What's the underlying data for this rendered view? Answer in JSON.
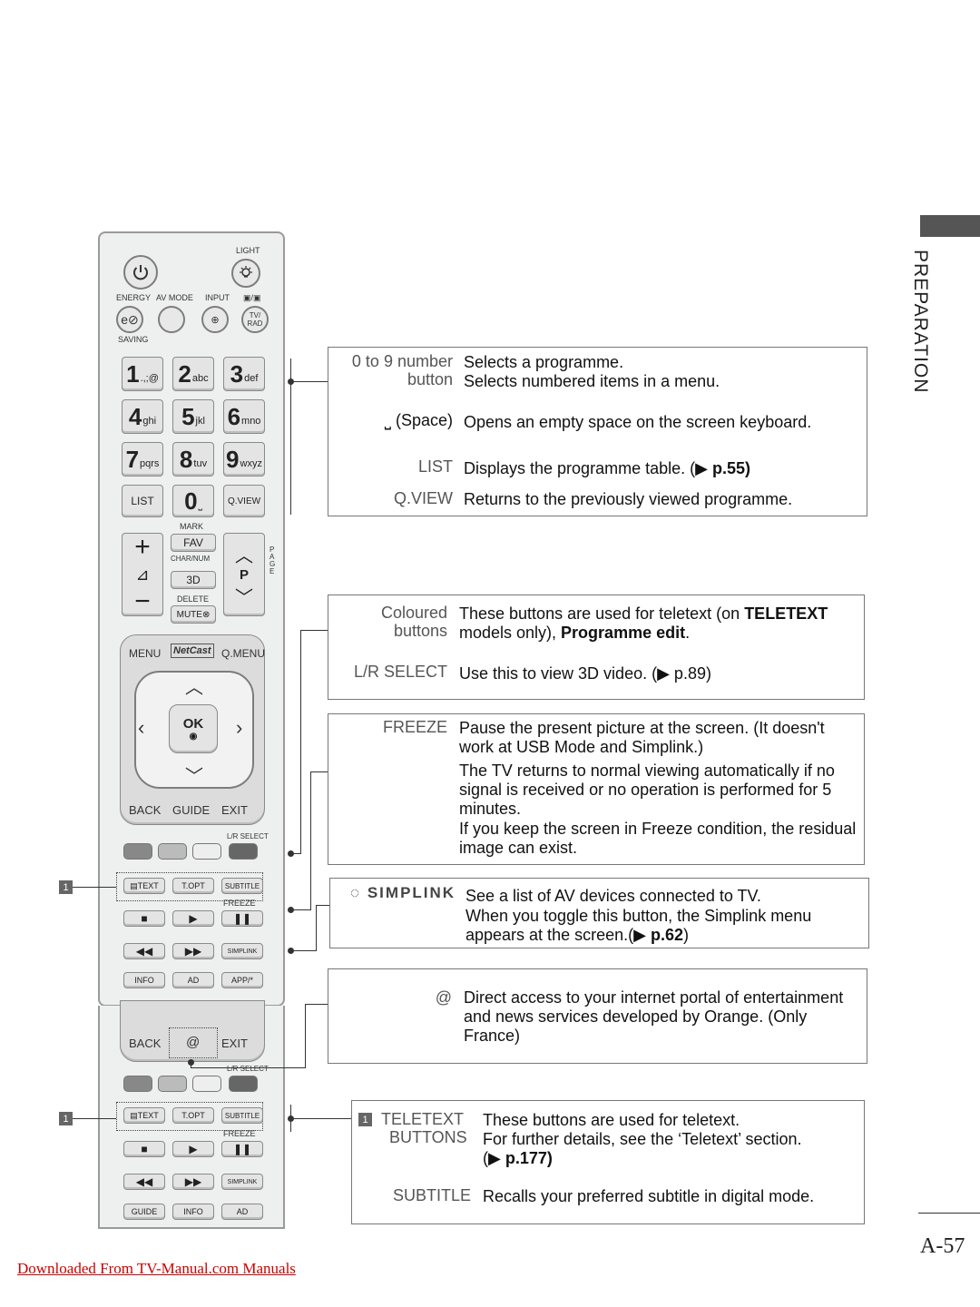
{
  "side": {
    "label": "PREPARATION"
  },
  "remote": {
    "light": "LIGHT",
    "energy": "ENERGY",
    "av_mode": "AV MODE",
    "input": "INPUT",
    "tv_rad": "TV/\nRAD",
    "saving": "SAVING",
    "keys": [
      {
        "d": "1",
        "s": ".,;@"
      },
      {
        "d": "2",
        "s": "abc"
      },
      {
        "d": "3",
        "s": "def"
      },
      {
        "d": "4",
        "s": "ghi"
      },
      {
        "d": "5",
        "s": "jkl"
      },
      {
        "d": "6",
        "s": "mno"
      },
      {
        "d": "7",
        "s": "pqrs"
      },
      {
        "d": "8",
        "s": "tuv"
      },
      {
        "d": "9",
        "s": "wxyz"
      }
    ],
    "list": "LIST",
    "zero": "0",
    "qview": "Q.VIEW",
    "mark": "MARK",
    "fav": "FAV",
    "charnum": "CHAR/NUM",
    "three_d": "3D",
    "delete": "DELETE",
    "mute": "MUTE",
    "p": "P",
    "page": "PAGE",
    "menu": "MENU",
    "netcast": "NetCast",
    "qmenu": "Q.MENU",
    "ok": "OK",
    "back": "BACK",
    "guide": "GUIDE",
    "exit": "EXIT",
    "lr_select": "L/R SELECT",
    "text": "TEXT",
    "topt": "T.OPT",
    "subtitle": "SUBTITLE",
    "freeze": "FREEZE",
    "simplink": "SIMPLINK",
    "info": "INFO",
    "ad": "AD",
    "app": "APP/*",
    "at": "@",
    "callout": "1"
  },
  "box1": {
    "term1": "0 to 9 number",
    "term1b": "button",
    "desc1": "Selects a programme.",
    "desc1b": "Selects numbered items in a menu.",
    "term2": "(Space)",
    "desc2": "Opens an empty space on the screen keyboard.",
    "term3": "LIST",
    "desc3": "Displays the programme table. (",
    "desc3ref": "p.55)",
    "term4": "Q.VIEW",
    "desc4": "Returns to the previously viewed programme."
  },
  "box2": {
    "term1": "Coloured",
    "term1b": "buttons",
    "desc1a": "These buttons are used for teletext (on ",
    "desc1bold": "TELETEXT",
    "desc1b": "models only), ",
    "desc1bold2": "Programme edit",
    "desc1c": ".",
    "term2": "L/R SELECT",
    "desc2": "Use this to view 3D video. (▶ p.89)"
  },
  "box3": {
    "term1": "FREEZE",
    "desc1": "Pause the present picture at the screen. (It doesn't work at USB Mode and Simplink.)",
    "desc2": "The TV returns to normal viewing automatically if no signal is received or no operation is performed for 5 minutes.",
    "desc3": "If you keep the screen in Freeze condition, the residual image can exist."
  },
  "box4": {
    "logo": "SIMPLINK",
    "desc1": "See a list of AV devices connected to TV.",
    "desc2a": "When you toggle this button, the Simplink menu appears at the screen.(",
    "desc2ref": "p.62",
    "desc2b": ")"
  },
  "box5": {
    "term1": "@",
    "desc1": "Direct access to your internet portal of entertainment and news services developed by Orange. (Only France)"
  },
  "box6": {
    "num": "1",
    "term1": "TELETEXT",
    "term1b": "BUTTONS",
    "desc1": "These buttons are used for teletext.",
    "desc1b": "For further details, see the ‘Teletext’ section.",
    "desc1ref": "p.177)",
    "term2": "SUBTITLE",
    "desc2": "Recalls your preferred subtitle in digital mode."
  },
  "footer": {
    "page_num": "A-57",
    "link": "Downloaded From TV-Manual.com Manuals"
  }
}
